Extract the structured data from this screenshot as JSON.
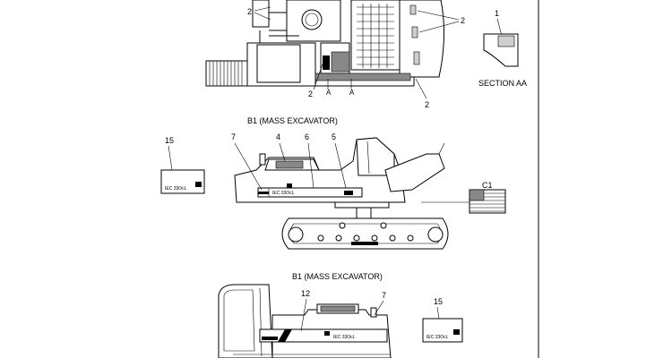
{
  "labels": {
    "plan_top_left_2": "2",
    "plan_top_right_2": "2",
    "plan_bottom_2a": "2",
    "plan_bottom_2b": "2",
    "section_item_1": "1",
    "section_title": "SECTION AA",
    "section_marker_a1": "A",
    "section_marker_a2": "A",
    "view1_title": "B1 (MASS EXCAVATOR)",
    "view1_item_15": "15",
    "view1_item_7": "7",
    "view1_item_4": "4",
    "view1_item_6": "6",
    "view1_item_5": "5",
    "view1_item_c1": "C1",
    "view2_title": "B1 (MASS EXCAVATOR)",
    "view2_item_12": "12",
    "view2_item_7": "7",
    "view2_item_15": "15"
  },
  "decals": {
    "model_text": "IEC 33OcL",
    "model_text_small": "IEC 33OcL"
  }
}
